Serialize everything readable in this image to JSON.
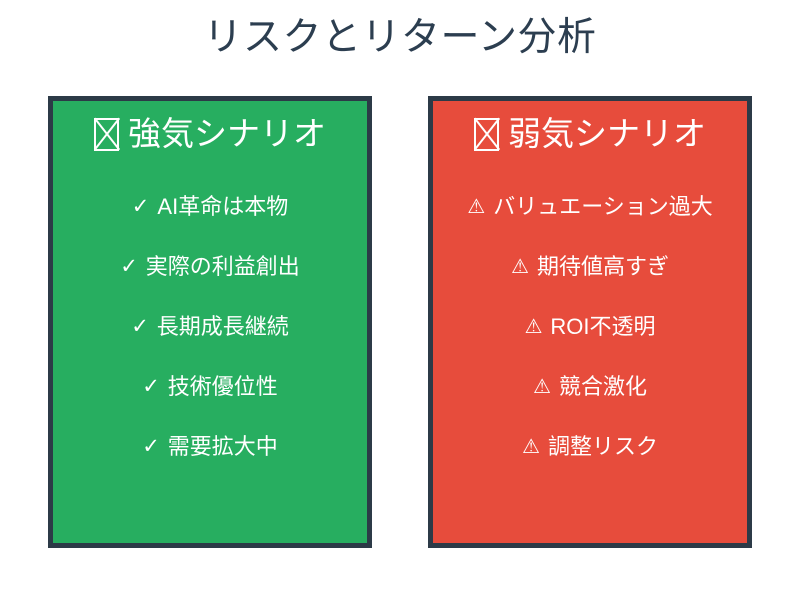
{
  "page": {
    "title": "リスクとリターン分析",
    "background_color": "#ffffff",
    "title_color": "#2c3e50"
  },
  "cards": {
    "bull": {
      "header_icon": "missing-glyph-box-icon",
      "header_label": "強気シナリオ",
      "background_color": "#27ae60",
      "border_color": "#2c3a47",
      "text_color": "#ffffff",
      "marker": "✓",
      "marker_name": "check-icon",
      "items": [
        "AI革命は本物",
        "実際の利益創出",
        "長期成長継続",
        "技術優位性",
        "需要拡大中"
      ]
    },
    "bear": {
      "header_icon": "missing-glyph-box-icon",
      "header_label": "弱気シナリオ",
      "background_color": "#e74c3c",
      "border_color": "#2c3a47",
      "text_color": "#ffffff",
      "marker": "⚠",
      "marker_name": "warning-triangle-icon",
      "items": [
        "バリュエーション過大",
        "期待値高すぎ",
        "ROI不透明",
        "競合激化",
        "調整リスク"
      ]
    }
  }
}
